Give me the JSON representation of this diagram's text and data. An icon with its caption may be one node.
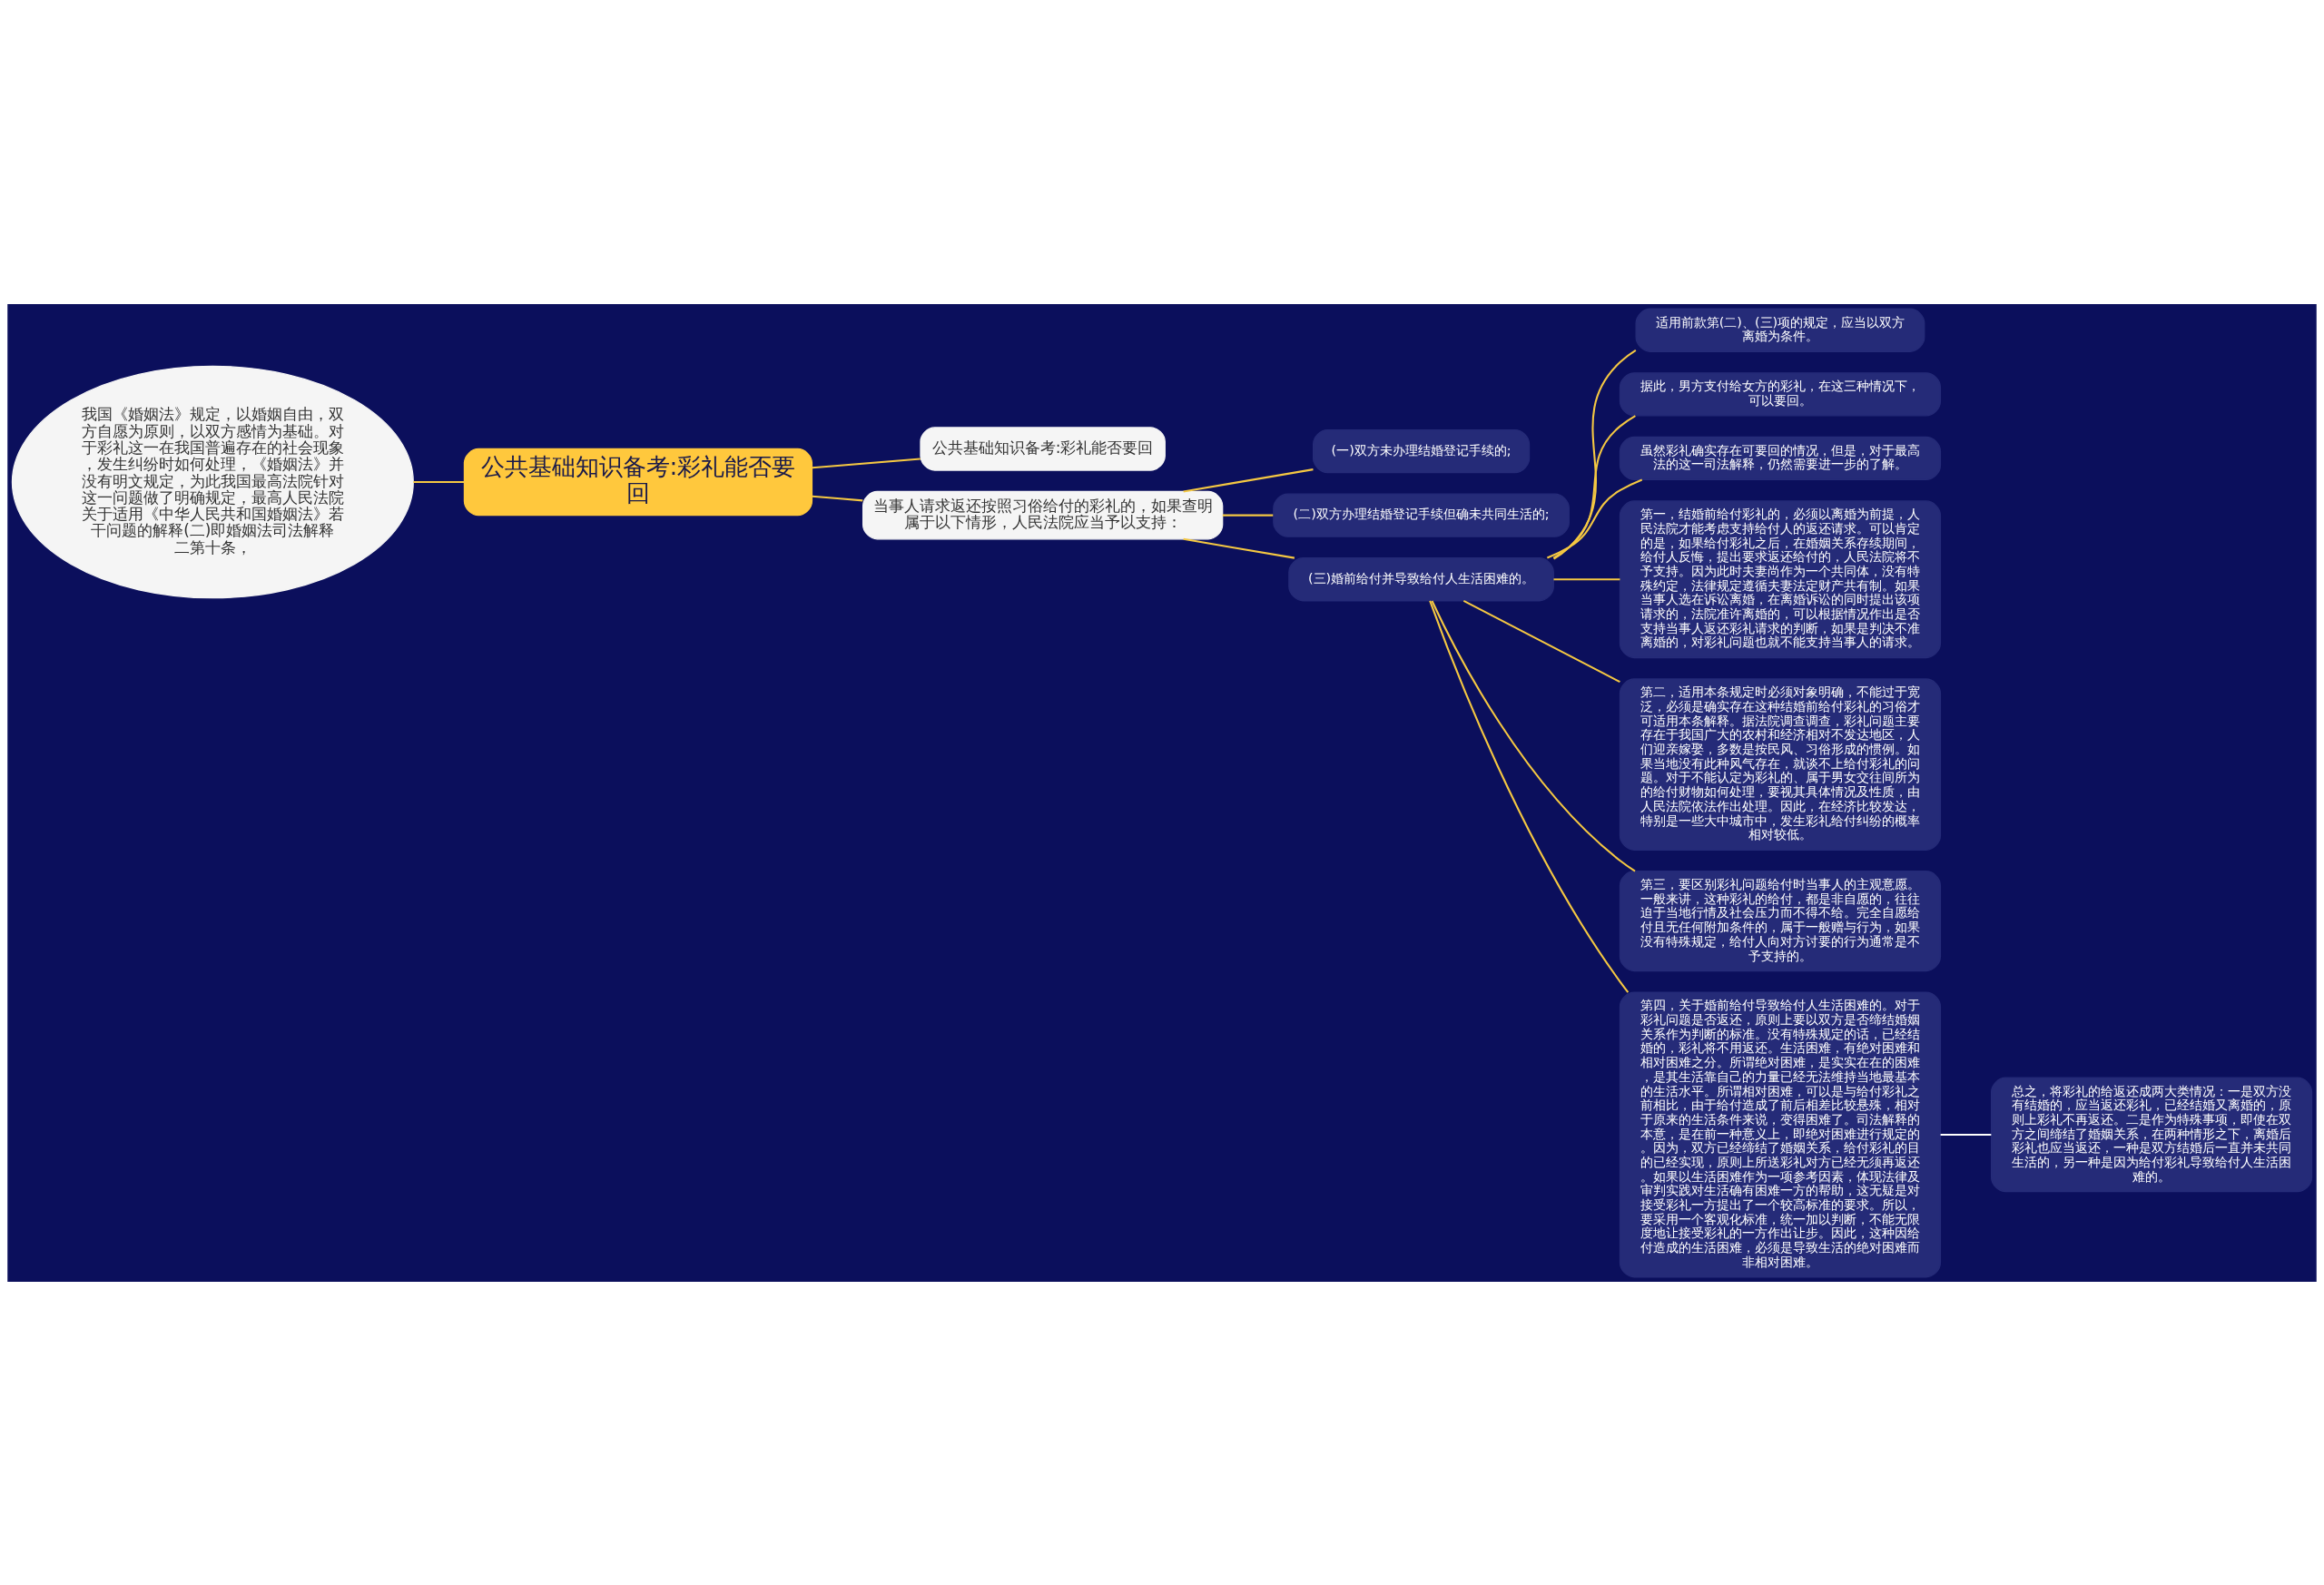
{
  "diagram": {
    "nodes": [
      {
        "text": [
          "公共基础知识备考:彩礼能否要回"
        ]
      },
      {
        "text": [
          "公共基础知识备考:彩礼能否要回"
        ]
      },
      {
        "text": [
          "我国《婚姻法》规定，以婚姻自由，双方自愿为原则，以双方感情为基础。对于彩礼这一在我国普遍存在的社会现象，发生纠纷时如何处理，《婚姻法》并没有明文规定，为此我国最高法院针对这一问题做了明确规定，最高人民法院关于适用《中华人民共和国婚姻法》若干问题的解释(二)即婚姻法司法解释二第十条，"
        ]
      },
      {
        "text": [
          "当事人请求返还按照习俗给付的彩礼的，如果查明属于以下情形，人民法院应当予以支持："
        ]
      },
      {
        "text": [
          "(一)双方未办理结婚登记手续的;"
        ]
      },
      {
        "text": [
          "(二)双方办理结婚登记手续但确未共同生活的;"
        ]
      },
      {
        "text": [
          "(三)婚前给付并导致给付人生活困难的。"
        ]
      },
      {
        "text": [
          "适用前款第(二)、(三)项的规定，应当以双方离婚为条件。"
        ]
      },
      {
        "text": [
          "据此，男方支付给女方的彩礼，在这三种情况下，可以要回。"
        ]
      },
      {
        "text": [
          "虽然彩礼确实存在可要回的情况，但是，对于最高法的这一司法解释，仍然需要进一步的了解。"
        ]
      },
      {
        "text": [
          "第一，结婚前给付彩礼的，必须以离婚为前提，人民法院才能考虑支持给付人的返还请求。可以肯定的是，如果给付彩礼之后，在婚姻关系存续期间，给付人反悔，提出要求返还给付的，人民法院将不予支持。因为此时夫妻尚作为一个共同体，没有特殊约定，法律规定遵循夫妻法定财产共有制。如果当事人选在诉讼离婚，在离婚诉讼的同时提出该项请求的，法院准许离婚的，可以根据情况作出是否支持当事人返还彩礼请求的判断，如果是判决不准离婚的，对彩礼问题也就不能支持当事人的请求。"
        ]
      },
      {
        "text": [
          "第二，适用本条规定时必须对象明确，不能过于宽泛，必须是确实存在这种结婚前给付彩礼的习俗才可适用本条解释。据法院调查调查，彩礼问题主要存在于我国广大的农村和经济相对不发达地区，人们迎亲嫁娶，多数是按民风、习俗形成的惯例。如果当地没有此种风气存在，就谈不上给付彩礼的问题。对于不能认定为彩礼的、属于男女交往间所为的给付财物如何处理，要视其具体情况及性质，由人民法院依法作出处理。因此，在经济比较发达，特别是一些大中城市中，发生彩礼给付纠纷的概率相对较低。"
        ]
      },
      {
        "text": [
          "第三，要区别彩礼问题给付时当事人的主观意愿。一般来讲，这种彩礼的给付，都是非自愿的，往往迫于当地行情及社会压力而不得不给。完全自愿给付且无任何附加条件的，属于一般赠与行为，如果没有特殊规定，给付人向对方讨要的行为通常是不予支持的。"
        ]
      },
      {
        "text": [
          "第四，关于婚前给付导致给付人生活困难的。对于彩礼问题是否返还，原则上要以双方是否缔结婚姻关系作为判断的标准。没有特殊规定的话，已经结婚的，彩礼将不用返还。生活困难，有绝对困难和相对困难之分。所谓绝对困难，是实实在在的困难，是其生活靠自己的力量已经无法维持当地最基本的生活水平。所谓相对困难，可以是与给付彩礼之前相比，由于给付造成了前后相差比较悬殊，相对于原来的生活条件来说，变得困难了。司法解释的本意，是在前一种意义上，即绝对困难进行规定的。因为，双方已经缔结了婚姻关系，给付彩礼的目的已经实现，原则上所送彩礼对方已经无须再返还。如果以生活困难作为一项参考因素，体现法律及审判实践对生活确有困难一方的帮助，这无疑是对接受彩礼一方提出了一个较高标准的要求。所以，要采用一个客观化标准，统一加以判断，不能无限度地让接受彩礼的一方作出让步。因此，这种因给付造成的生活困难，必须是导致生活的绝对困难而非相对困难。"
        ]
      },
      {
        "text": [
          "总之，将彩礼的给返还成两大类情况：一是双方没有结婚的，应当返还彩礼，已经结婚又离婚的，原则上彩礼不再返还。二是作为特殊事项，即使在双方之间缔结了婚姻关系，在两种情形之下，离婚后彩礼也应当返还，一种是双方结婚后一直并未共同生活的，另一种是因为给付彩礼导致给付人生活困难的。"
        ]
      }
    ],
    "edges": [
      {
        "from": 2,
        "to": 0,
        "arrow": "none"
      },
      {
        "from": 0,
        "to": 1,
        "arrow": "none"
      },
      {
        "from": 0,
        "to": 3,
        "arrow": "none"
      },
      {
        "from": 3,
        "to": 4,
        "arrow": "none"
      },
      {
        "from": 3,
        "to": 5,
        "arrow": "none"
      },
      {
        "from": 3,
        "to": 6,
        "arrow": "none"
      },
      {
        "from": 6,
        "to": 7,
        "arrow": "none"
      },
      {
        "from": 6,
        "to": 8,
        "arrow": "none"
      },
      {
        "from": 6,
        "to": 9,
        "arrow": "none"
      },
      {
        "from": 6,
        "to": 10,
        "arrow": "none"
      },
      {
        "from": 6,
        "to": 11,
        "arrow": "none"
      },
      {
        "from": 6,
        "to": 12,
        "arrow": "none"
      },
      {
        "from": 6,
        "to": 13,
        "arrow": "none"
      },
      {
        "from": 13,
        "to": 14,
        "arrow": "none",
        "color": "#ffffff"
      }
    ]
  }
}
